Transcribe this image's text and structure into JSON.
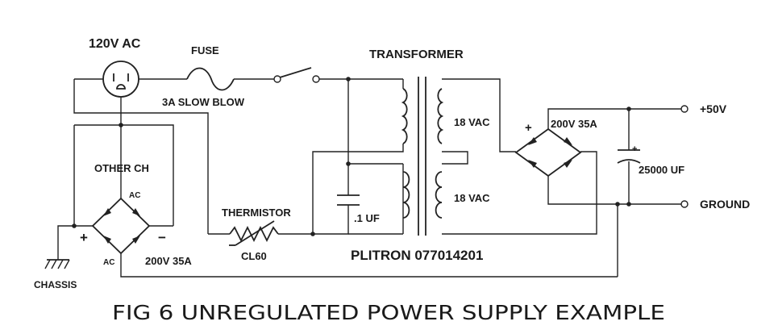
{
  "labels": {
    "source": "120V AC",
    "fuse": "FUSE",
    "fuse_rating": "3A SLOW BLOW",
    "transformer": "TRANSFORMER",
    "sec_top": "18 VAC",
    "sec_bottom": "18 VAC",
    "cap_small": ".1 UF",
    "thermistor": "THERMISTOR",
    "thermistor_part": "CL60",
    "transformer_part": "PLITRON 077014201",
    "bridge_right_rating": "200V 35A",
    "cap_big": "25000 UF",
    "out_pos": "+50V",
    "out_gnd": "GROUND",
    "other_ch": "OTHER CH",
    "ac_top": "AC",
    "ac_bottom": "AC",
    "bridge_left_rating": "200V 35A",
    "plus_left": "+",
    "minus_left": "−",
    "plus_right": "+",
    "cap_plus": "+",
    "chassis": "CHASSIS",
    "caption": "FIG 6  UNREGULATED POWER SUPPLY EXAMPLE"
  }
}
